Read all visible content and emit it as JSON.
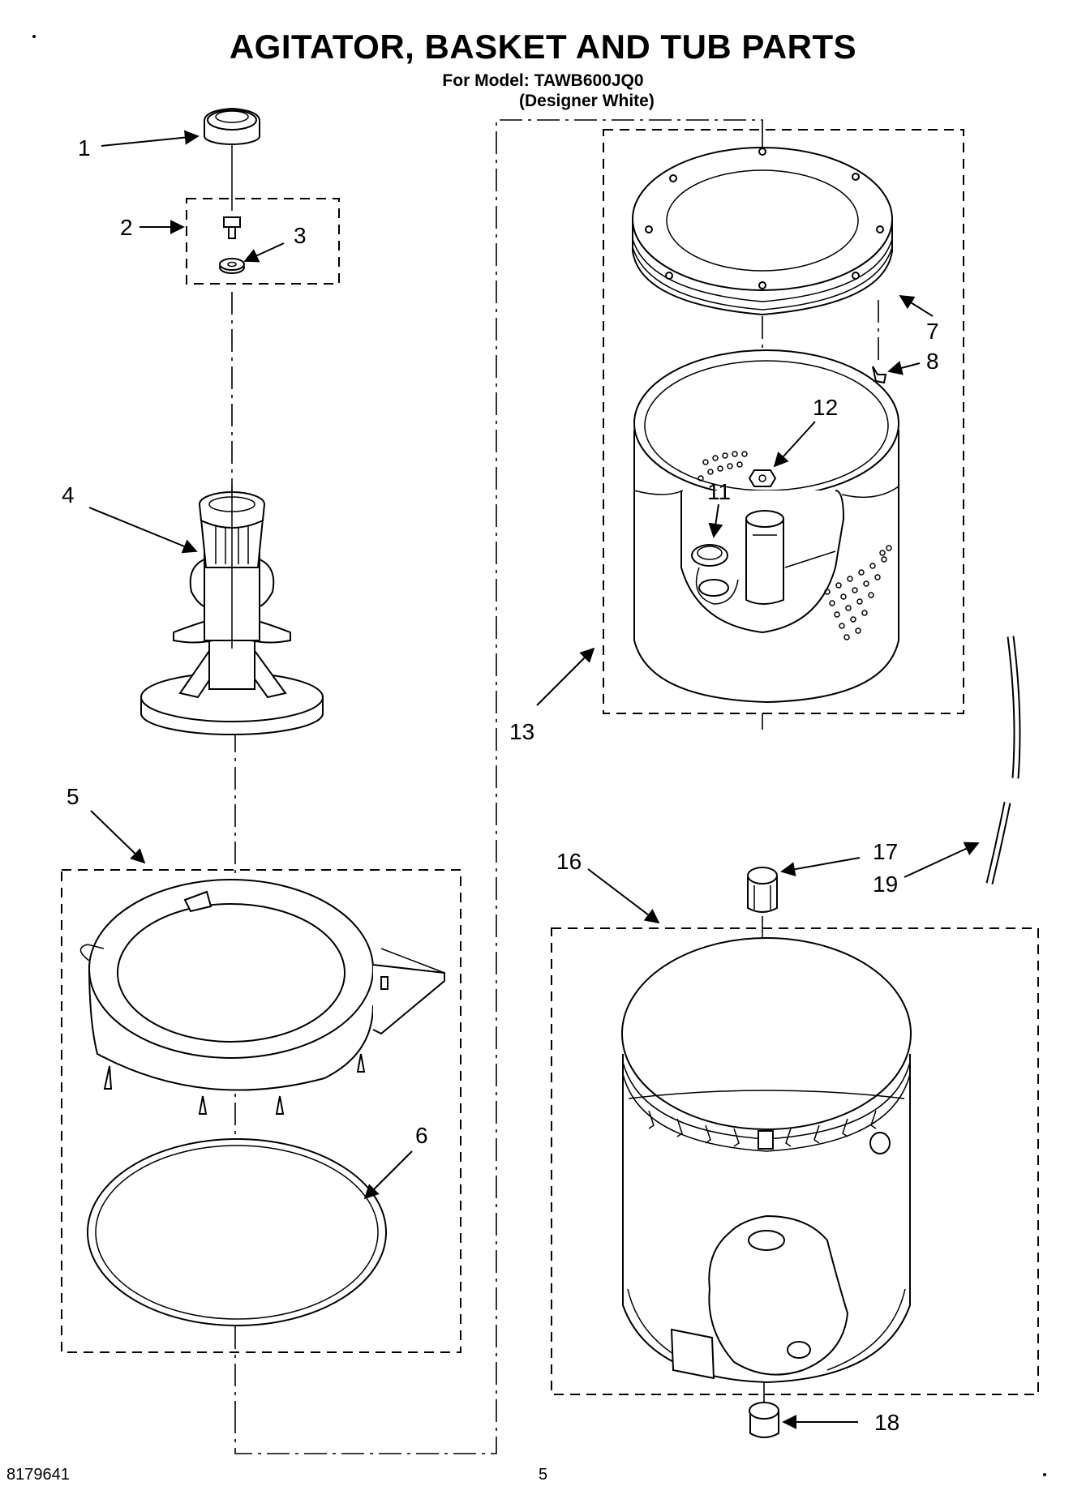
{
  "header": {
    "title": "AGITATOR, BASKET AND TUB PARTS",
    "model_line": "For Model: TAWB600JQ0",
    "color_line": "(Designer White)"
  },
  "footer": {
    "doc_number": "8179641",
    "page_number": "5"
  },
  "callouts": {
    "c1": "1",
    "c2": "2",
    "c3": "3",
    "c4": "4",
    "c5": "5",
    "c6": "6",
    "c7": "7",
    "c8": "8",
    "c11": "11",
    "c12": "12",
    "c13": "13",
    "c16": "16",
    "c17": "17",
    "c18": "18",
    "c19": "19"
  },
  "style": {
    "line_color": "#000000",
    "background": "#ffffff"
  }
}
